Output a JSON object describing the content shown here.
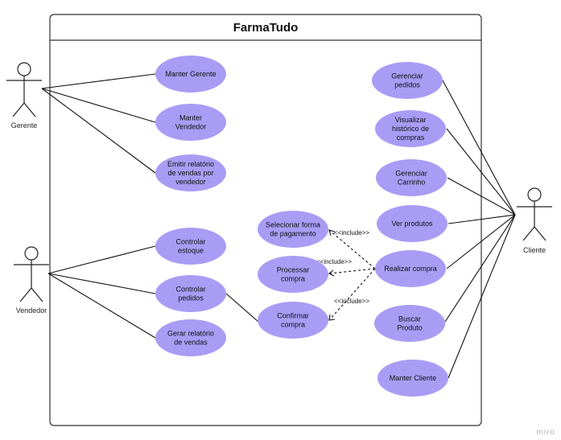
{
  "system": {
    "title": "FarmaTudo"
  },
  "actors": {
    "gerente": "Gerente",
    "vendedor": "Vendedor",
    "cliente": "Cliente"
  },
  "use_cases": {
    "manter_gerente": [
      "Manter Gerente"
    ],
    "manter_vendedor": [
      "Manter",
      "Vendedor"
    ],
    "emitir_relatorio": [
      "Emitir relatório",
      "de vendas por",
      "vendedor"
    ],
    "controlar_estoque": [
      "Controlar",
      "estoque"
    ],
    "controlar_pedidos": [
      "Controlar",
      "pedidos"
    ],
    "gerar_relatorio": [
      "Gerar relatório",
      "de vendas"
    ],
    "selecionar_pagamento": [
      "Selecionar forma",
      "de pagamento"
    ],
    "processar_compra": [
      "Processar",
      "compra"
    ],
    "confirmar_compra": [
      "Confirmar",
      "compra"
    ],
    "gerenciar_pedidos": [
      "Gerenciar",
      "pedidos"
    ],
    "visualizar_historico": [
      "Visualizar",
      "histórico de",
      "compras"
    ],
    "gerenciar_carrinho": [
      "Gerenciar",
      "Carrinho"
    ],
    "ver_produtos": [
      "Ver produtos"
    ],
    "realizar_compra": [
      "Realizar compra"
    ],
    "buscar_produto": [
      "Buscar",
      "Produto"
    ],
    "manter_cliente": [
      "Manter Cliente"
    ]
  },
  "include_labels": {
    "selecionar": "<<include>>",
    "processar": "<<include>>",
    "confirmar": "<<include>>"
  },
  "watermark": "miro",
  "colors": {
    "use_case_fill": "#a99cf5",
    "line": "#111111",
    "boundary": "#333333"
  }
}
